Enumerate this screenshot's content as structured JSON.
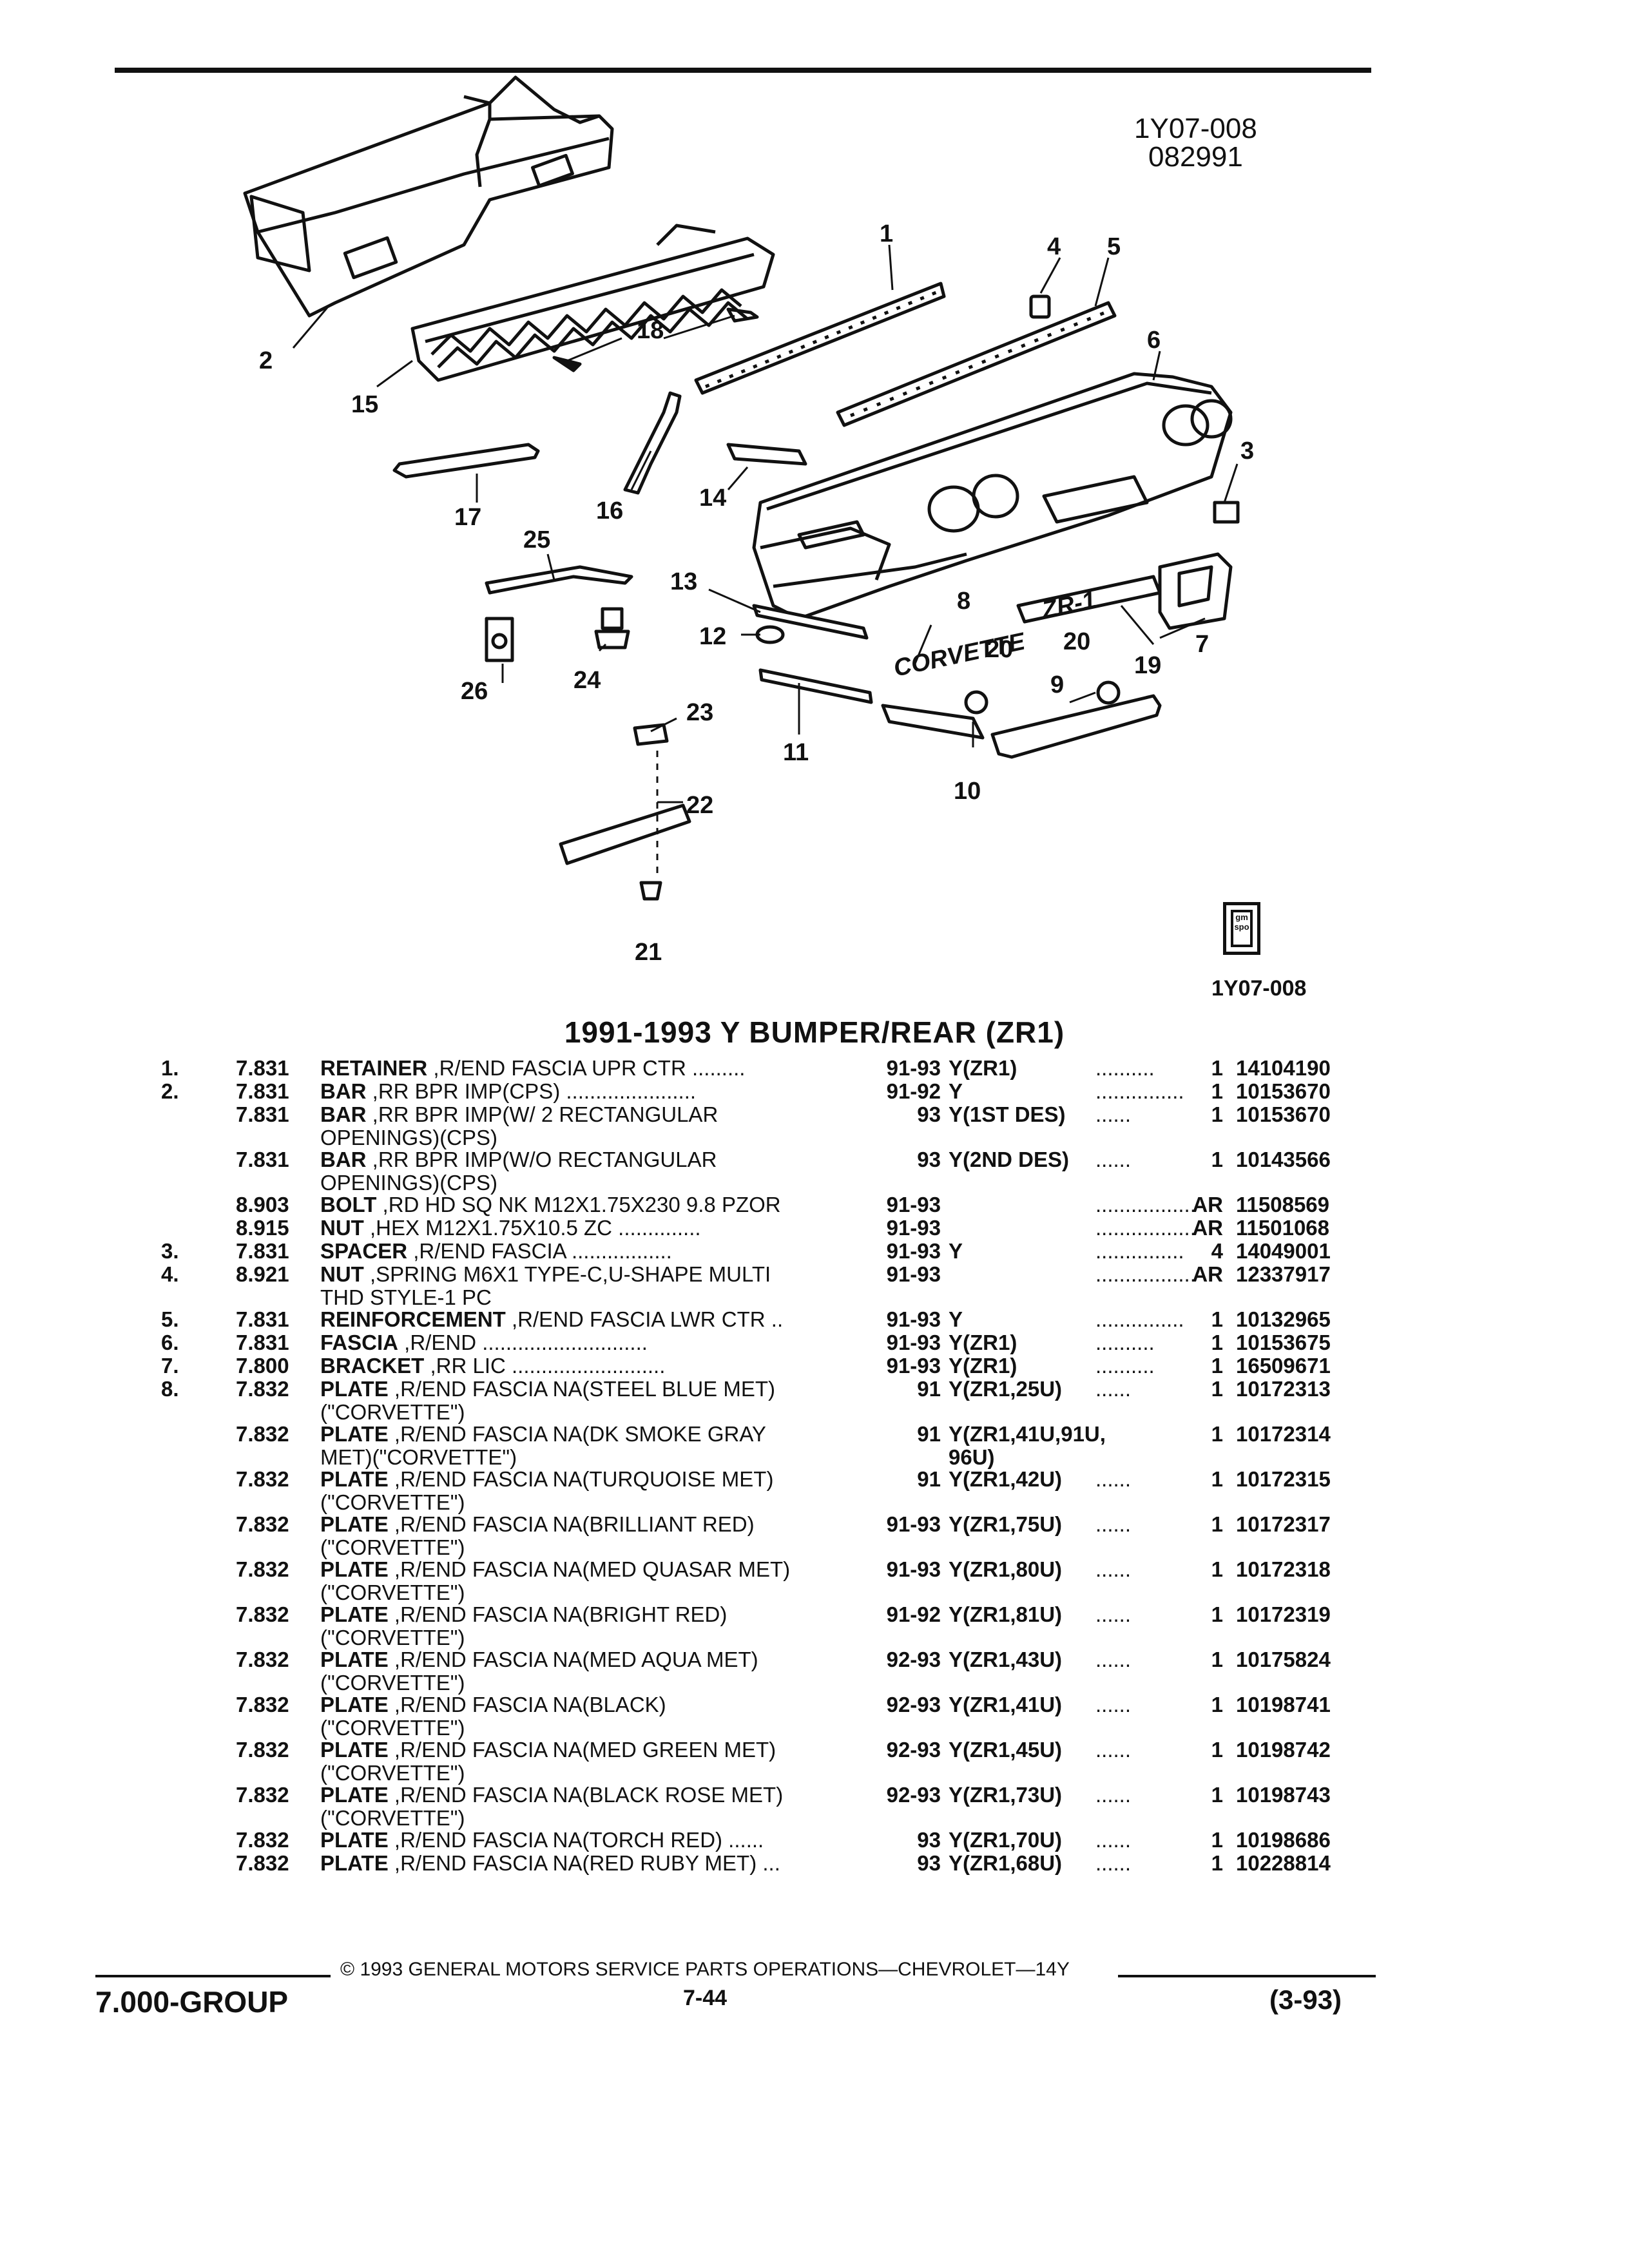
{
  "header": {
    "diagram_id": "1Y07-008",
    "diagram_date": "082991"
  },
  "diagram": {
    "callouts": [
      "1",
      "2",
      "3",
      "4",
      "5",
      "6",
      "7",
      "8",
      "9",
      "10",
      "11",
      "12",
      "13",
      "14",
      "15",
      "16",
      "17",
      "18",
      "19",
      "20",
      "20",
      "21",
      "22",
      "23",
      "24",
      "25",
      "26"
    ],
    "emblem_text": "CORVETTE",
    "badge_text": "ZR-1"
  },
  "icon_label": "gm spo",
  "diagram_id_small": "1Y07-008",
  "title": "1991-1993 Y BUMPER/REAR (ZR1)",
  "parts": [
    {
      "ref": "1.",
      "grp": "7.831",
      "name": "RETAINER",
      ",": "",
      "rest": " ,R/END FASCIA UPR CTR .........",
      "rest2": "",
      "yrs": "91-93",
      "mdl": "Y(ZR1)",
      "dots": "..........",
      "qty": "1",
      "part": "14104190"
    },
    {
      "ref": "2.",
      "grp": "7.831",
      "name": "BAR",
      "rest": " ,RR BPR IMP(CPS) ......................",
      "rest2": "",
      "yrs": "91-92",
      "mdl": "Y",
      "dots": "...............",
      "qty": "1",
      "part": "10153670"
    },
    {
      "ref": "",
      "grp": "7.831",
      "name": "BAR",
      "rest": " ,RR BPR IMP(W/ 2 RECTANGULAR",
      "rest2": "OPENINGS)(CPS)",
      "yrs": "93",
      "mdl": "Y(1ST DES)",
      "dots": "......",
      "qty": "1",
      "part": "10153670"
    },
    {
      "ref": "",
      "grp": "7.831",
      "name": "BAR",
      "rest": " ,RR BPR IMP(W/O RECTANGULAR",
      "rest2": "OPENINGS)(CPS)",
      "yrs": "93",
      "mdl": "Y(2ND DES)",
      "dots": "......",
      "qty": "1",
      "part": "10143566"
    },
    {
      "ref": "",
      "grp": "8.903",
      "name": "BOLT",
      "rest": " ,RD HD SQ NK M12X1.75X230 9.8 PZOR",
      "rest2": "",
      "yrs": "91-93",
      "mdl": "",
      "dots": ".................",
      "qty": "AR",
      "part": "11508569"
    },
    {
      "ref": "",
      "grp": "8.915",
      "name": "NUT",
      "rest": " ,HEX M12X1.75X10.5 ZC ..............",
      "rest2": "",
      "yrs": "91-93",
      "mdl": "",
      "dots": ".................",
      "qty": "AR",
      "part": "11501068"
    },
    {
      "ref": "3.",
      "grp": "7.831",
      "name": "SPACER",
      "rest": " ,R/END FASCIA .................",
      "rest2": "",
      "yrs": "91-93",
      "mdl": "Y",
      "dots": "...............",
      "qty": "4",
      "part": "14049001"
    },
    {
      "ref": "4.",
      "grp": "8.921",
      "name": "NUT",
      "rest": " ,SPRING M6X1 TYPE-C,U-SHAPE MULTI",
      "rest2": "THD STYLE-1 PC",
      "yrs": "91-93",
      "mdl": "",
      "dots": ".................",
      "qty": "AR",
      "part": "12337917"
    },
    {
      "ref": "5.",
      "grp": "7.831",
      "name": "REINFORCEMENT",
      "rest": " ,R/END FASCIA LWR CTR ..",
      "rest2": "",
      "yrs": "91-93",
      "mdl": "Y",
      "dots": "...............",
      "qty": "1",
      "part": "10132965"
    },
    {
      "ref": "6.",
      "grp": "7.831",
      "name": "FASCIA",
      "rest": " ,R/END ............................",
      "rest2": "",
      "yrs": "91-93",
      "mdl": "Y(ZR1)",
      "dots": "..........",
      "qty": "1",
      "part": "10153675"
    },
    {
      "ref": "7.",
      "grp": "7.800",
      "name": "BRACKET",
      "rest": " ,RR LIC ..........................",
      "rest2": "",
      "yrs": "91-93",
      "mdl": "Y(ZR1)",
      "dots": "..........",
      "qty": "1",
      "part": "16509671"
    },
    {
      "ref": "8.",
      "grp": "7.832",
      "name": "PLATE",
      "rest": " ,R/END FASCIA NA(STEEL BLUE MET)",
      "rest2": "(\"CORVETTE\")",
      "yrs": "91",
      "mdl": "Y(ZR1,25U)",
      "dots": "......",
      "qty": "1",
      "part": "10172313"
    },
    {
      "ref": "",
      "grp": "7.832",
      "name": "PLATE",
      "rest": " ,R/END FASCIA NA(DK SMOKE GRAY",
      "rest2": "MET)(\"CORVETTE\")",
      "yrs": "91",
      "mdl": "Y(ZR1,41U,91U,",
      "mdl2": "96U)",
      "dots": "",
      "qty": "1",
      "part": "10172314"
    },
    {
      "ref": "",
      "grp": "7.832",
      "name": "PLATE",
      "rest": " ,R/END FASCIA NA(TURQUOISE MET)",
      "rest2": "(\"CORVETTE\")",
      "yrs": "91",
      "mdl": "Y(ZR1,42U)",
      "dots": "......",
      "qty": "1",
      "part": "10172315"
    },
    {
      "ref": "",
      "grp": "7.832",
      "name": "PLATE",
      "rest": " ,R/END FASCIA NA(BRILLIANT RED)",
      "rest2": "(\"CORVETTE\")",
      "yrs": "91-93",
      "mdl": "Y(ZR1,75U)",
      "dots": "......",
      "qty": "1",
      "part": "10172317"
    },
    {
      "ref": "",
      "grp": "7.832",
      "name": "PLATE",
      "rest": " ,R/END FASCIA NA(MED QUASAR MET)",
      "rest2": "(\"CORVETTE\")",
      "yrs": "91-93",
      "mdl": "Y(ZR1,80U)",
      "dots": "......",
      "qty": "1",
      "part": "10172318"
    },
    {
      "ref": "",
      "grp": "7.832",
      "name": "PLATE",
      "rest": " ,R/END FASCIA NA(BRIGHT RED)",
      "rest2": "(\"CORVETTE\")",
      "yrs": "91-92",
      "mdl": "Y(ZR1,81U)",
      "dots": "......",
      "qty": "1",
      "part": "10172319"
    },
    {
      "ref": "",
      "grp": "7.832",
      "name": "PLATE",
      "rest": " ,R/END FASCIA NA(MED AQUA MET)",
      "rest2": "(\"CORVETTE\")",
      "yrs": "92-93",
      "mdl": "Y(ZR1,43U)",
      "dots": "......",
      "qty": "1",
      "part": "10175824"
    },
    {
      "ref": "",
      "grp": "7.832",
      "name": "PLATE",
      "rest": " ,R/END FASCIA NA(BLACK)",
      "rest2": "(\"CORVETTE\")",
      "yrs": "92-93",
      "mdl": "Y(ZR1,41U)",
      "dots": "......",
      "qty": "1",
      "part": "10198741"
    },
    {
      "ref": "",
      "grp": "7.832",
      "name": "PLATE",
      "rest": " ,R/END FASCIA NA(MED GREEN MET)",
      "rest2": "(\"CORVETTE\")",
      "yrs": "92-93",
      "mdl": "Y(ZR1,45U)",
      "dots": "......",
      "qty": "1",
      "part": "10198742"
    },
    {
      "ref": "",
      "grp": "7.832",
      "name": "PLATE",
      "rest": " ,R/END FASCIA NA(BLACK ROSE MET)",
      "rest2": "(\"CORVETTE\")",
      "yrs": "92-93",
      "mdl": "Y(ZR1,73U)",
      "dots": "......",
      "qty": "1",
      "part": "10198743"
    },
    {
      "ref": "",
      "grp": "7.832",
      "name": "PLATE",
      "rest": " ,R/END FASCIA NA(TORCH RED) ......",
      "rest2": "",
      "yrs": "93",
      "mdl": "Y(ZR1,70U)",
      "dots": "......",
      "qty": "1",
      "part": "10198686"
    },
    {
      "ref": "",
      "grp": "7.832",
      "name": "PLATE",
      "rest": " ,R/END FASCIA NA(RED RUBY MET) ...",
      "rest2": "",
      "yrs": "93",
      "mdl": "Y(ZR1,68U)",
      "dots": "......",
      "qty": "1",
      "part": "10228814"
    }
  ],
  "footer": {
    "copyright": "© 1993 GENERAL MOTORS SERVICE PARTS OPERATIONS—CHEVROLET—14Y",
    "group": "7.000-GROUP",
    "page": "7-44",
    "date": "(3-93)"
  }
}
